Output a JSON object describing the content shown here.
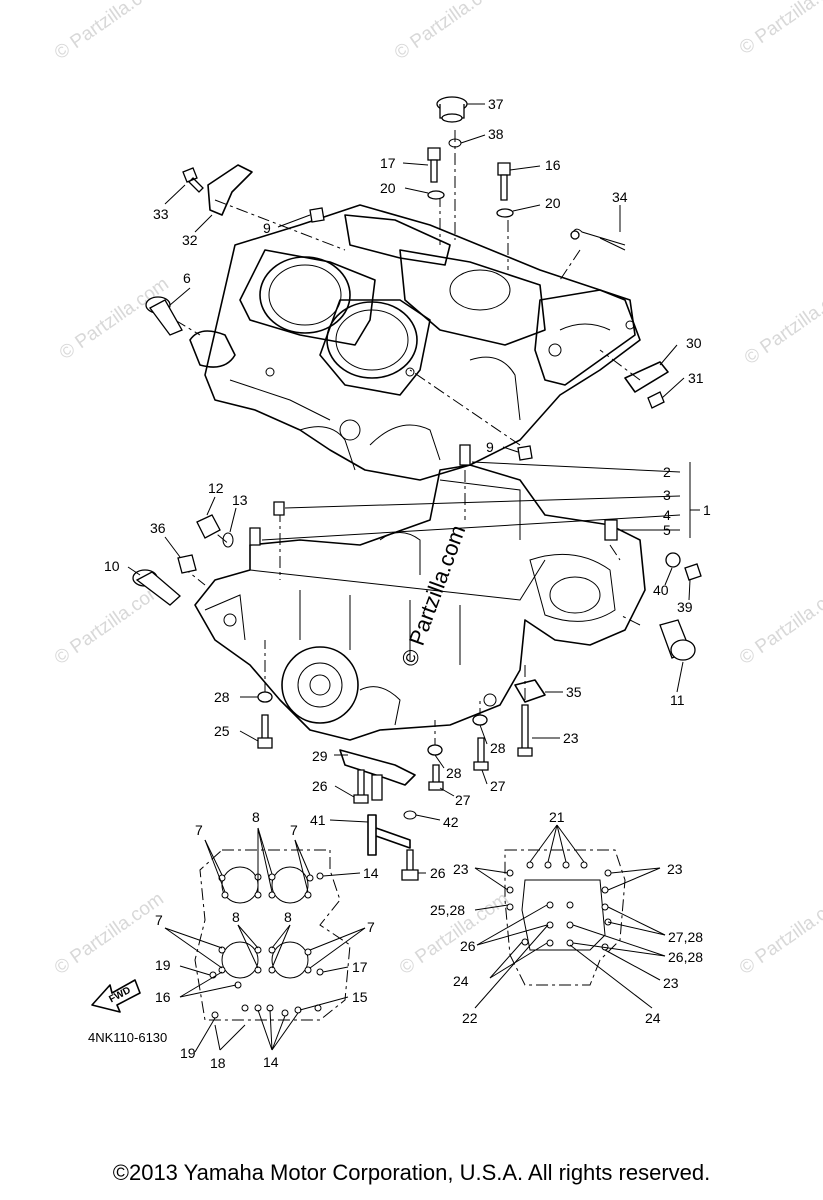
{
  "watermark": "© Partzilla.com",
  "center_watermark": "© Partzilla.com",
  "diagram_code": "4NK110-6130",
  "fwd_label": "FWD",
  "footer": "©2013  Yamaha Motor Corporation, U.S.A. All rights reserved.",
  "callouts": [
    {
      "id": "c37",
      "label": "37"
    },
    {
      "id": "c38",
      "label": "38"
    },
    {
      "id": "c17a",
      "label": "17"
    },
    {
      "id": "c16a",
      "label": "16"
    },
    {
      "id": "c20a",
      "label": "20"
    },
    {
      "id": "c20b",
      "label": "20"
    },
    {
      "id": "c34",
      "label": "34"
    },
    {
      "id": "c33",
      "label": "33"
    },
    {
      "id": "c32",
      "label": "32"
    },
    {
      "id": "c9a",
      "label": "9"
    },
    {
      "id": "c6",
      "label": "6"
    },
    {
      "id": "c30",
      "label": "30"
    },
    {
      "id": "c31",
      "label": "31"
    },
    {
      "id": "c9b",
      "label": "9"
    },
    {
      "id": "c2",
      "label": "2"
    },
    {
      "id": "c3",
      "label": "3"
    },
    {
      "id": "c1",
      "label": "1"
    },
    {
      "id": "c4",
      "label": "4"
    },
    {
      "id": "c5",
      "label": "5"
    },
    {
      "id": "c12",
      "label": "12"
    },
    {
      "id": "c13",
      "label": "13"
    },
    {
      "id": "c36",
      "label": "36"
    },
    {
      "id": "c10",
      "label": "10"
    },
    {
      "id": "c40",
      "label": "40"
    },
    {
      "id": "c39",
      "label": "39"
    },
    {
      "id": "c11",
      "label": "11"
    },
    {
      "id": "c35",
      "label": "35"
    },
    {
      "id": "c28a",
      "label": "28"
    },
    {
      "id": "c25",
      "label": "25"
    },
    {
      "id": "c23a",
      "label": "23"
    },
    {
      "id": "c28b",
      "label": "28"
    },
    {
      "id": "c29",
      "label": "29"
    },
    {
      "id": "c28c",
      "label": "28"
    },
    {
      "id": "c26a",
      "label": "26"
    },
    {
      "id": "c27a",
      "label": "27"
    },
    {
      "id": "c27b",
      "label": "27"
    },
    {
      "id": "c41",
      "label": "41"
    },
    {
      "id": "c42",
      "label": "42"
    },
    {
      "id": "c26b",
      "label": "26"
    },
    {
      "id": "c7a",
      "label": "7"
    },
    {
      "id": "c8a",
      "label": "8"
    },
    {
      "id": "c7b",
      "label": "7"
    },
    {
      "id": "c14a",
      "label": "14"
    },
    {
      "id": "c7c",
      "label": "7"
    },
    {
      "id": "c8b",
      "label": "8"
    },
    {
      "id": "c8c",
      "label": "8"
    },
    {
      "id": "c7d",
      "label": "7"
    },
    {
      "id": "c19a",
      "label": "19"
    },
    {
      "id": "c17b",
      "label": "17"
    },
    {
      "id": "c16b",
      "label": "16"
    },
    {
      "id": "c15",
      "label": "15"
    },
    {
      "id": "c19b",
      "label": "19"
    },
    {
      "id": "c18",
      "label": "18"
    },
    {
      "id": "c14b",
      "label": "14"
    },
    {
      "id": "c21",
      "label": "21"
    },
    {
      "id": "c23b",
      "label": "23"
    },
    {
      "id": "c23c",
      "label": "23"
    },
    {
      "id": "c2528",
      "label": "25,28"
    },
    {
      "id": "c2728",
      "label": "27,28"
    },
    {
      "id": "c26c",
      "label": "26"
    },
    {
      "id": "c2628",
      "label": "26,28"
    },
    {
      "id": "c24a",
      "label": "24"
    },
    {
      "id": "c23d",
      "label": "23"
    },
    {
      "id": "c22",
      "label": "22"
    },
    {
      "id": "c24b",
      "label": "24"
    }
  ]
}
